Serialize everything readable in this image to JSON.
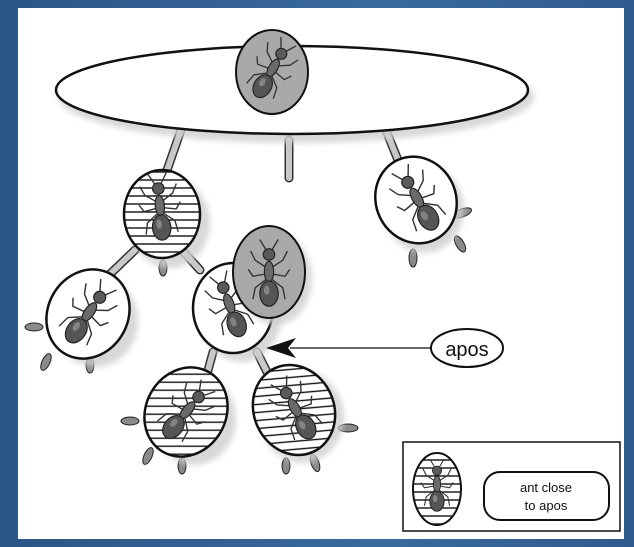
{
  "diagram": {
    "callout_label": "apos",
    "legend": {
      "text_line1": "ant close",
      "text_line2": "to apos"
    }
  },
  "icons": {
    "ant": "ant-icon",
    "arrow": "arrowhead-icon"
  },
  "colors": {
    "background": "#2f5a8c",
    "panel": "#ffffff",
    "outline": "#111111",
    "ant_body": "#5a5a5a",
    "shadow": "#bdbdbd"
  }
}
